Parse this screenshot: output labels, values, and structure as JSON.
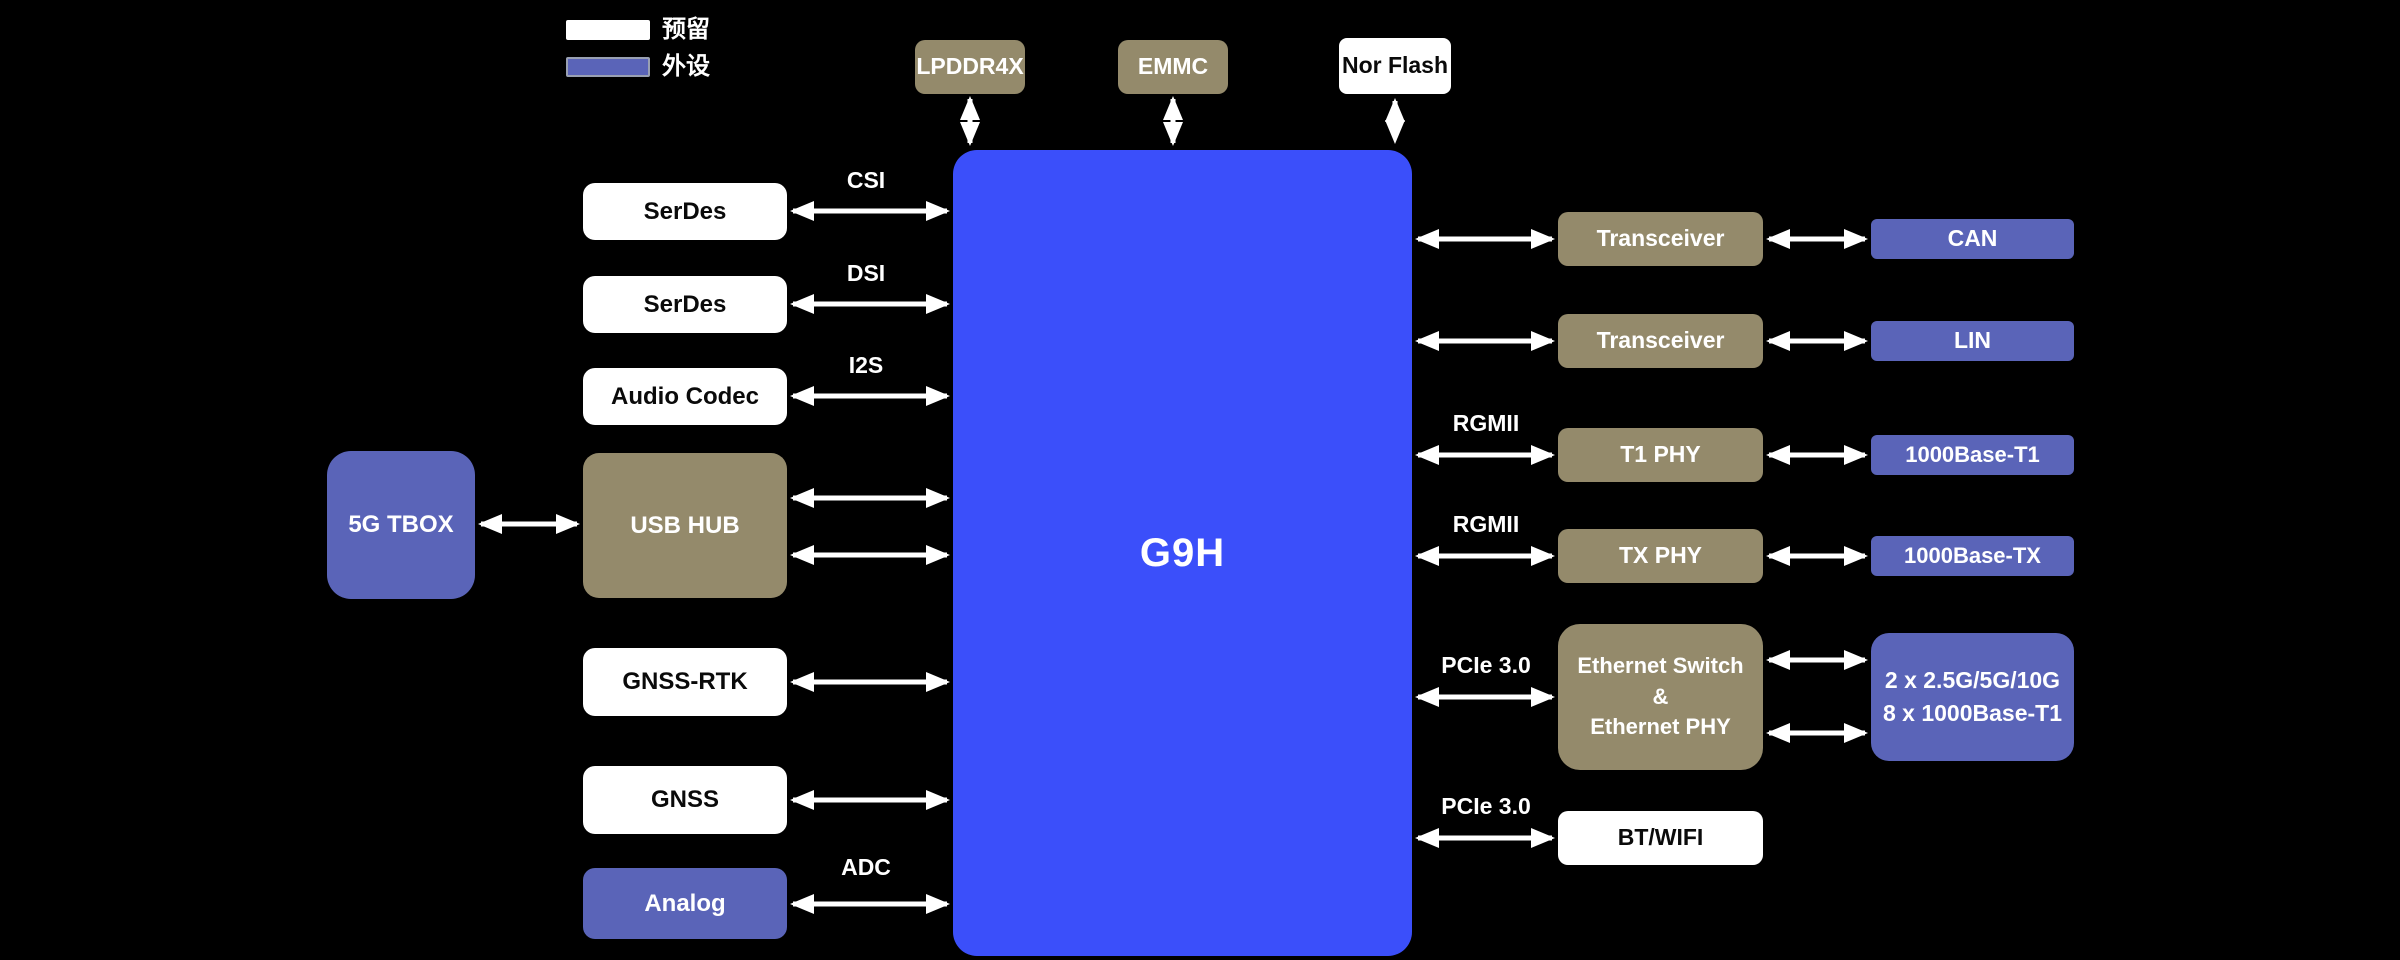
{
  "legend": {
    "reserved_label": "预留",
    "peripheral_label": "外设"
  },
  "chip": {
    "label": "G9H"
  },
  "memory": {
    "lpddr4x": "LPDDR4X",
    "emmc": "EMMC",
    "nor_flash": "Nor Flash"
  },
  "left": {
    "serdes1": "SerDes",
    "serdes2": "SerDes",
    "audio_codec": "Audio Codec",
    "usb_hub": "USB HUB",
    "tbox_5g": "5G TBOX",
    "gnss_rtk": "GNSS-RTK",
    "gnss": "GNSS",
    "analog": "Analog"
  },
  "right": {
    "transceiver1": "Transceiver",
    "transceiver2": "Transceiver",
    "t1_phy": "T1 PHY",
    "tx_phy": "TX PHY",
    "eth_switch_line1": "Ethernet Switch",
    "eth_switch_line2": "&",
    "eth_switch_line3": "Ethernet PHY",
    "bt_wifi": "BT/WIFI",
    "can": "CAN",
    "lin": "LIN",
    "base_t1": "1000Base-T1",
    "base_tx": "1000Base-TX",
    "multigig_line1": "2 x 2.5G/5G/10G",
    "multigig_line2": "8 x 1000Base-T1"
  },
  "bus_labels": {
    "csi": "CSI",
    "dsi": "DSI",
    "i2s": "I2S",
    "adc": "ADC",
    "rgmii_t1": "RGMII",
    "rgmii_tx": "RGMII",
    "pcie_switch": "PCIe 3.0",
    "pcie_btwifi": "PCIe 3.0"
  },
  "colors": {
    "background": "#000000",
    "chip_blue": "#3b4ffa",
    "peripheral_blue": "#5a64b8",
    "reserved_tan": "#948a6b",
    "reserved_white": "#ffffff",
    "arrow": "#ffffff"
  }
}
